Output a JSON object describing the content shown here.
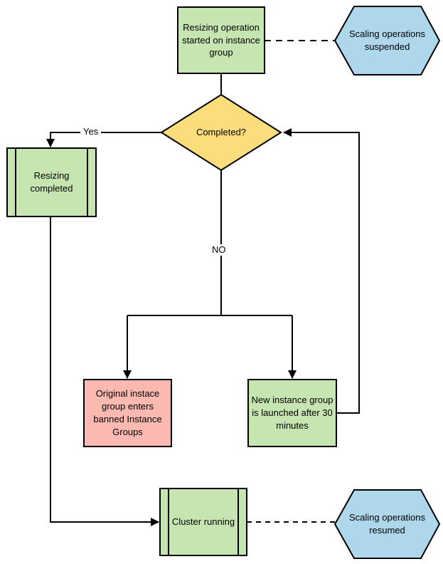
{
  "diagram": {
    "nodes": {
      "start": {
        "label": "Resizing operation started on instance group",
        "shape": "process"
      },
      "suspended": {
        "label": "Scaling operations suspended",
        "shape": "hexagon"
      },
      "completed": {
        "label": "Completed?",
        "shape": "decision"
      },
      "resizing_completed": {
        "label": "Resizing completed",
        "shape": "predefined-process"
      },
      "banned": {
        "label": "Original instace group enters banned Instance Groups",
        "shape": "process"
      },
      "new_instance": {
        "label": "New instance group is launched after 30 minutes",
        "shape": "process"
      },
      "cluster_running": {
        "label": "Cluster running",
        "shape": "predefined-process"
      },
      "resumed": {
        "label": "Scaling operations resumed",
        "shape": "hexagon"
      }
    },
    "edge_labels": {
      "yes": "Yes",
      "no": "NO"
    },
    "colors": {
      "process_green": "#C6E5B1",
      "decision_yellow": "#FCDD7C",
      "alert_red": "#FBB9B1",
      "terminal_blue": "#AED7EC",
      "stroke": "#000000",
      "background": "#FFFFFF"
    }
  }
}
